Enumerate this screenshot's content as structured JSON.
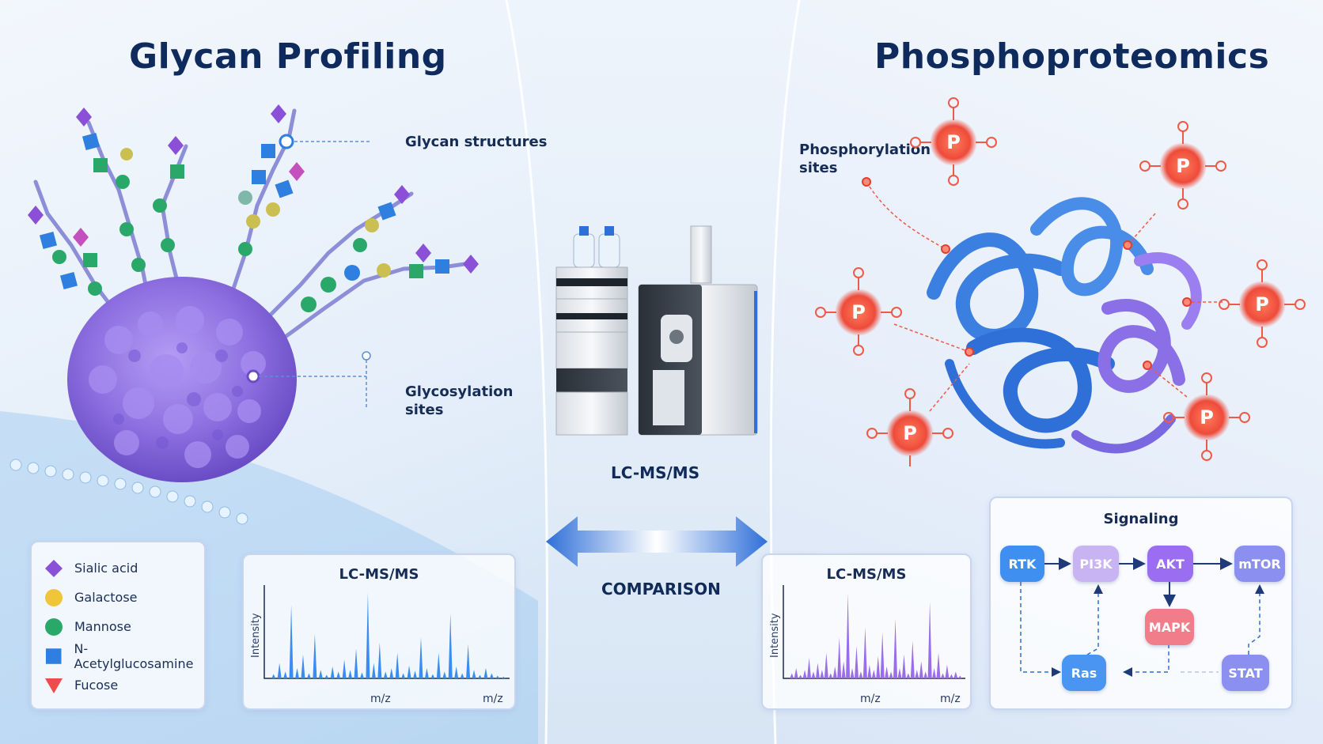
{
  "left": {
    "title": "Glycan Profiling",
    "callout_structures": "Glycan structures",
    "callout_sites_line1": "Glycosylation",
    "callout_sites_line2": "sites",
    "legend": [
      {
        "label": "Sialic acid",
        "shape": "diamond",
        "color": "#8b4fd8"
      },
      {
        "label": "Galactose",
        "shape": "circle",
        "color": "#f0c53a"
      },
      {
        "label": "Mannose",
        "shape": "circle",
        "color": "#2aa86a"
      },
      {
        "label": "N-Acetylglucosamine",
        "shape": "square",
        "color": "#2f7fe0"
      },
      {
        "label": "Fucose",
        "shape": "triangle",
        "color": "#ef4b4b"
      }
    ],
    "chart": {
      "title": "LC-MS/MS",
      "ylabel": "Intensity",
      "xlabel_mid": "m/z",
      "xlabel_end": "m/z"
    }
  },
  "center": {
    "instrument_label": "LC-MS/MS",
    "comparison_label": "COMPARISON"
  },
  "right": {
    "title": "Phosphoproteomics",
    "callout_sites_line1": "Phosphorylation",
    "callout_sites_line2": "sites",
    "phospho_letter": "P",
    "chart": {
      "title": "LC-MS/MS",
      "ylabel": "Intensity",
      "xlabel_mid": "m/z",
      "xlabel_end": "m/z"
    },
    "signaling": {
      "title": "Signaling",
      "nodes": {
        "rtk": "RTK",
        "pi3k": "PI3K",
        "akt": "AKT",
        "mtor": "mTOR",
        "mapk": "MAPK",
        "ras": "Ras",
        "stat": "STAT"
      }
    }
  },
  "chart_data": [
    {
      "type": "bar",
      "title": "LC-MS/MS",
      "ylabel": "Intensity",
      "xlabel": "m/z",
      "color": "#3b8cf0",
      "x": [
        1,
        2,
        3,
        4,
        5,
        6,
        7,
        8,
        9,
        10,
        11,
        12,
        13,
        14,
        15,
        16,
        17,
        18,
        19,
        20,
        21,
        22,
        23,
        24,
        25,
        26,
        27,
        28,
        29,
        30,
        31,
        32,
        33,
        34,
        35,
        36,
        37,
        38,
        39,
        40
      ],
      "values": [
        5,
        18,
        8,
        86,
        12,
        28,
        6,
        52,
        10,
        4,
        14,
        8,
        22,
        10,
        35,
        7,
        100,
        18,
        42,
        8,
        12,
        30,
        6,
        15,
        9,
        48,
        12,
        5,
        30,
        8,
        76,
        14,
        6,
        40,
        10,
        4,
        12,
        6,
        3,
        2
      ]
    },
    {
      "type": "bar",
      "title": "LC-MS/MS",
      "ylabel": "Intensity",
      "xlabel": "m/z",
      "color": "#9a6ee8",
      "x": [
        1,
        2,
        3,
        4,
        5,
        6,
        7,
        8,
        9,
        10,
        11,
        12,
        13,
        14,
        15,
        16,
        17,
        18,
        19,
        20,
        21,
        22,
        23,
        24,
        25,
        26,
        27,
        28,
        29,
        30,
        31,
        32,
        33,
        34,
        35,
        36,
        37,
        38,
        39,
        40
      ],
      "values": [
        6,
        12,
        4,
        10,
        24,
        8,
        18,
        10,
        30,
        6,
        14,
        48,
        20,
        100,
        12,
        38,
        8,
        60,
        16,
        10,
        26,
        54,
        14,
        8,
        70,
        12,
        28,
        6,
        44,
        10,
        20,
        8,
        90,
        12,
        30,
        6,
        16,
        5,
        8,
        3
      ]
    }
  ]
}
